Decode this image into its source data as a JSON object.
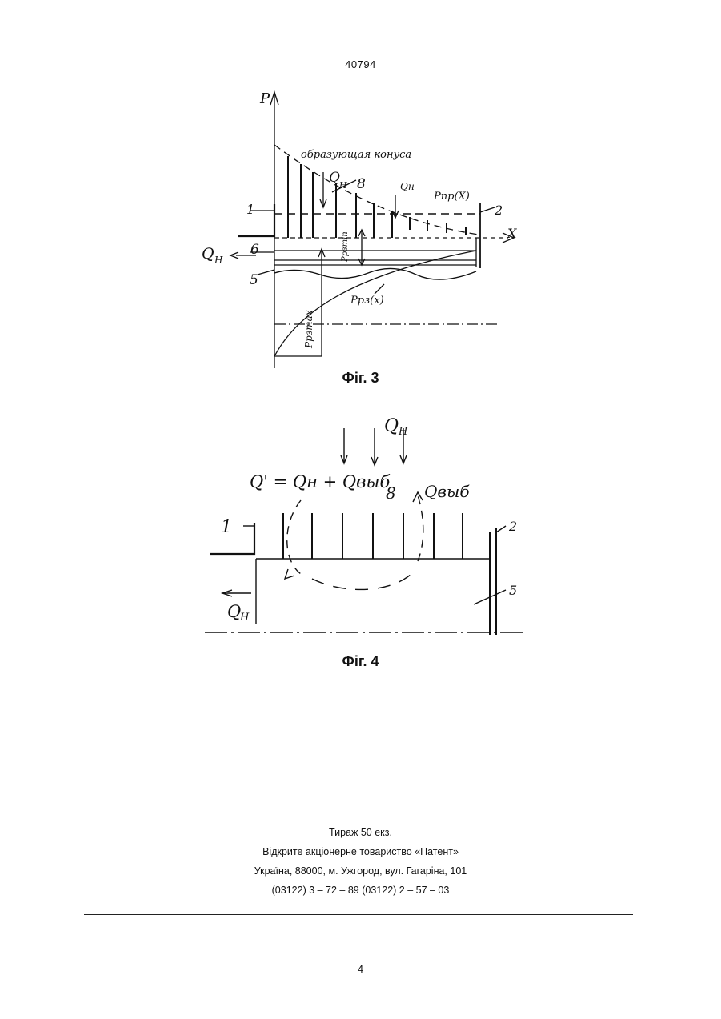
{
  "header": {
    "doc_number": "40794"
  },
  "figure3": {
    "caption": "Фіг. 3",
    "labels": {
      "p_axis": "P",
      "x_axis": "X",
      "cone": "образующая конуса",
      "q_h_top": "Q",
      "q_h_top_sub": "Н",
      "num_8": "8",
      "q_h_right": "Qн",
      "p_pr": "Pпр(X)",
      "num_2": "2",
      "num_1": "1",
      "num_6": "6",
      "q_h_left": "Q",
      "q_h_left_sub": "Н",
      "num_5": "5",
      "p_pz_min": "Pрзmin",
      "p_pz": "Pрз(x)",
      "p_pz_max": "Pрзmax"
    }
  },
  "figure4": {
    "caption": "Фіг. 4",
    "labels": {
      "q_h_top": "Q",
      "q_h_top_sub": "Н",
      "formula": "Q' = Qн + Qвыб",
      "num_8": "8",
      "q_vyb": "Qвыб",
      "num_1": "1",
      "num_2": "2",
      "num_5": "5",
      "q_h_left": "Q",
      "q_h_left_sub": "Н"
    }
  },
  "imprint": {
    "line1": "Тираж 50 екз.",
    "line2": "Відкрите акціонерне товариство «Патент»",
    "line3": "Україна, 88000, м. Ужгород, вул. Гагаріна, 101",
    "line4": "(03122) 3 – 72 – 89   (03122) 2 – 57 – 03"
  },
  "footer": {
    "page_number": "4"
  }
}
